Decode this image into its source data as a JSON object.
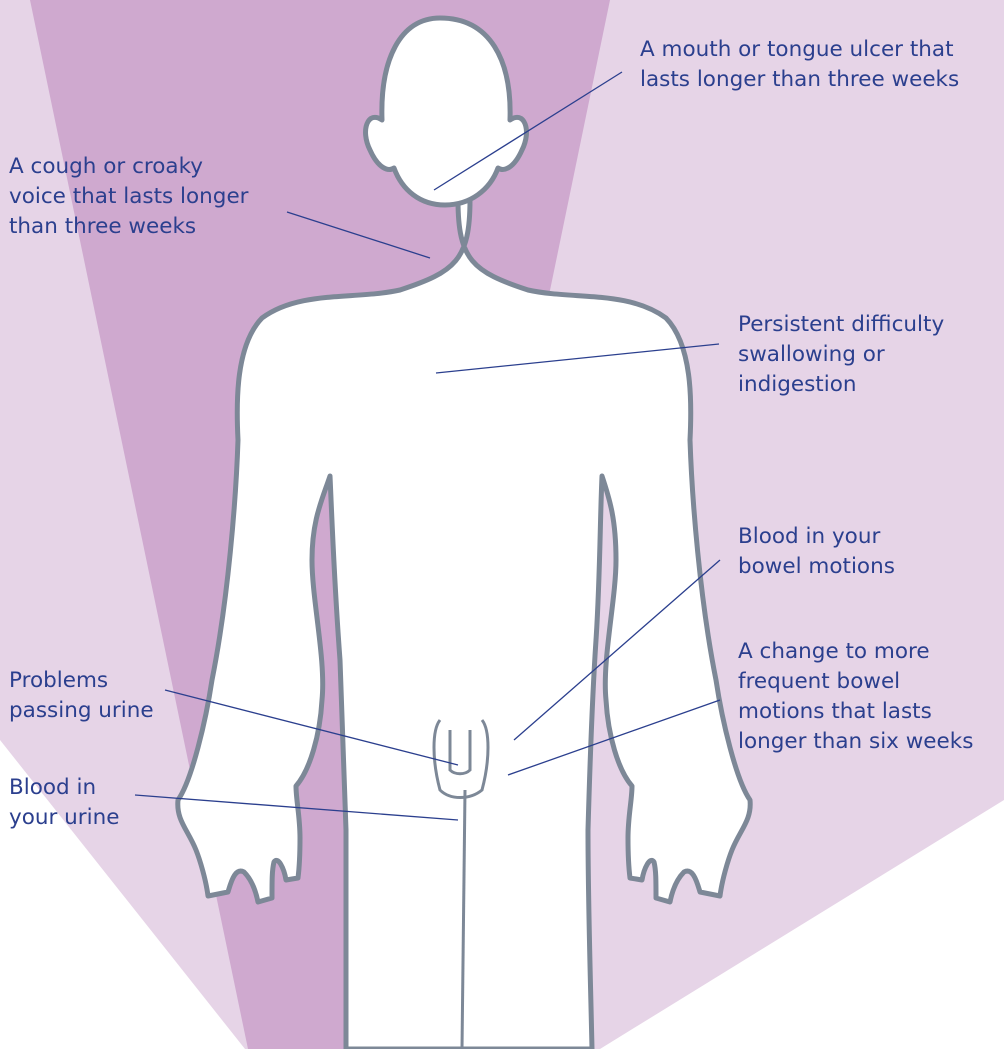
{
  "colors": {
    "outer_beam": "#e6d4e7",
    "inner_beam": "#cfa9cf",
    "body_fill": "#ffffff",
    "body_outline": "#7d8897",
    "leader_line": "#2b3f8e",
    "label_text": "#2b3f8e"
  },
  "labels": {
    "mouth_ulcer": [
      "A mouth or tongue ulcer that",
      "lasts longer than three weeks"
    ],
    "cough": [
      "A cough or croaky",
      "voice that lasts longer",
      "than three weeks"
    ],
    "swallowing": [
      "Persistent difficulty",
      "swallowing or",
      "indigestion"
    ],
    "bowel_blood": [
      "Blood in your",
      "bowel motions"
    ],
    "bowel_change": [
      "A change to more",
      "frequent bowel",
      "motions that lasts",
      "longer than six weeks"
    ],
    "urine_problems": [
      "Problems",
      "passing urine"
    ],
    "urine_blood": [
      "Blood in",
      "your urine"
    ]
  }
}
